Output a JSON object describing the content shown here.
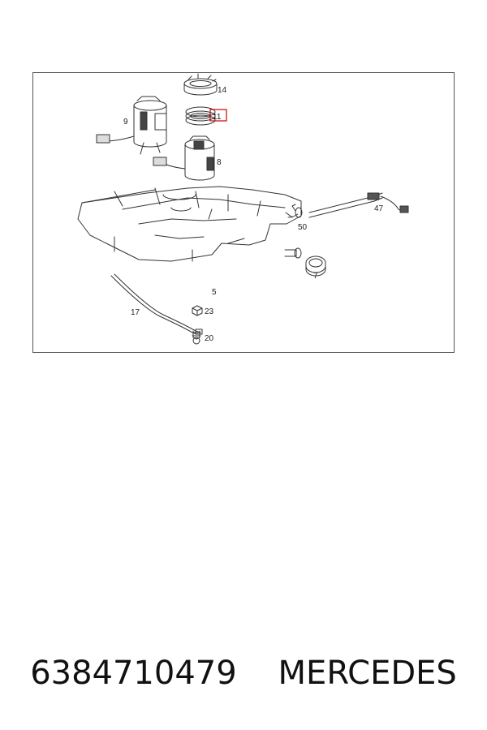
{
  "diagram": {
    "callouts": [
      {
        "id": "c14",
        "label": "14"
      },
      {
        "id": "c11",
        "label": "11",
        "highlighted": true
      },
      {
        "id": "c9",
        "label": "9"
      },
      {
        "id": "c8",
        "label": "8"
      },
      {
        "id": "c50",
        "label": "50"
      },
      {
        "id": "c47",
        "label": "47"
      },
      {
        "id": "c7",
        "label": "7"
      },
      {
        "id": "c5",
        "label": "5"
      },
      {
        "id": "c17",
        "label": "17"
      },
      {
        "id": "c23",
        "label": "23"
      },
      {
        "id": "c20",
        "label": "20"
      }
    ],
    "highlight_color": "#d00000"
  },
  "caption": {
    "part_number": "6384710479",
    "brand": "MERCEDES"
  }
}
